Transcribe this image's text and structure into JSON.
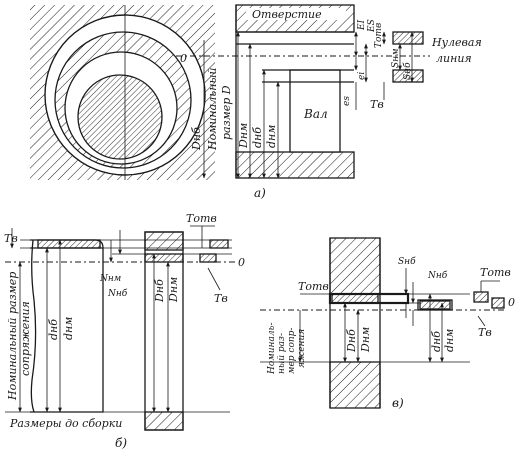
{
  "panel_a": {
    "hole": "Отверстие",
    "zero_line_1": "Нулевая",
    "zero_line_2": "линия",
    "zero": "0",
    "shaft": "Вал",
    "nominal_1": "Номинальный",
    "nominal_2": "размер D",
    "dnb": "Dнб",
    "dnm": "Dнм",
    "dnb_small": "dнб",
    "dnm_small": "dнм",
    "ei": "EI",
    "es": "ES",
    "ei_small": "ei",
    "es_small": "es",
    "t_otv": "Tотв",
    "t_v": "Tв",
    "s_nb": "Sнб",
    "s_nm": "Sнм",
    "caption": "а)"
  },
  "panel_b": {
    "t_v_left": "Tв",
    "t_otv": "Tотв",
    "zero": "0",
    "n_nm": "Nнм",
    "n_nb": "Nнб",
    "t_v_right": "Tв",
    "nominal_1": "Номинальный размер",
    "nominal_2": "сопряжения",
    "dnb_small": "dнб",
    "dnm_small": "dнм",
    "dnb": "Dнб",
    "dnm": "Dнм",
    "before_assembly": "Размеры до сборки",
    "caption": "б)"
  },
  "panel_v": {
    "s_nb": "Sнб",
    "n_nb": "Nнб",
    "t_otv_top": "Tотв",
    "t_otv_left": "Tотв",
    "zero": "0",
    "t_v": "Tв",
    "nominal_1": "Номиналь-",
    "nominal_2": "ный раз-",
    "nominal_3": "мер сопр-",
    "nominal_4": "яжения",
    "dnb": "Dнб",
    "dnm": "Dнм",
    "dnb_small": "dнб",
    "dnm_small": "dнм",
    "caption": "в)"
  }
}
